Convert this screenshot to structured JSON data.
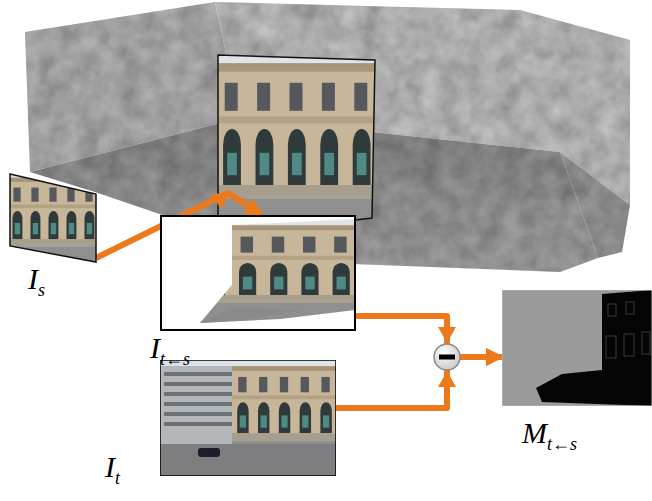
{
  "diagram": {
    "nodes": [
      {
        "text": [
          "Is"
        ]
      },
      {
        "text": [
          "It←s"
        ]
      },
      {
        "text": [
          "It"
        ]
      },
      {
        "text": [
          "Mt←s"
        ]
      }
    ],
    "edges": [
      {
        "from": 0,
        "to": 1,
        "arrow": "to"
      },
      {
        "from": 1,
        "to": 3,
        "arrow": "to"
      },
      {
        "from": 2,
        "to": 3,
        "arrow": "to"
      }
    ]
  }
}
